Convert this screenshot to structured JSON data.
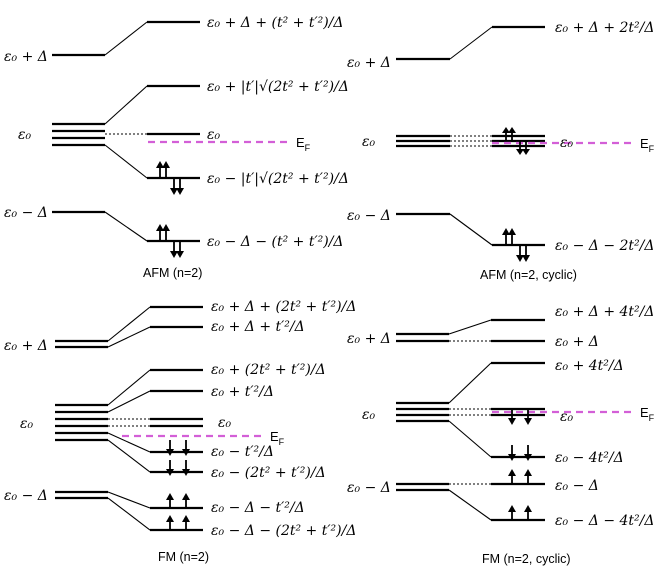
{
  "colors": {
    "fermi_line": "#d35fd7",
    "ink": "#000000"
  },
  "fermi_label": {
    "main": "E",
    "sub": "F"
  },
  "panels": [
    {
      "id": "afm-n2",
      "caption": "AFM (n=2)",
      "left_labels": [
        "ε₀ + Δ",
        "ε₀",
        "ε₀ − Δ"
      ],
      "right_labels": [
        "ε₀ + Δ + (t² + t′²)/Δ",
        "ε₀ + |t′|√(2t² + t′²)/Δ",
        "ε₀",
        "ε₀ − |t′|√(2t² + t′²)/Δ",
        "ε₀ − Δ − (t² + t′²)/Δ"
      ]
    },
    {
      "id": "afm-n2-cyclic",
      "caption": "AFM (n=2, cyclic)",
      "left_labels": [
        "ε₀ + Δ",
        "ε₀",
        "ε₀ − Δ"
      ],
      "right_labels": [
        "ε₀ + Δ + 2t²/Δ",
        "ε₀",
        "ε₀ − Δ − 2t²/Δ"
      ]
    },
    {
      "id": "fm-n2",
      "caption": "FM (n=2)",
      "left_labels": [
        "ε₀ + Δ",
        "ε₀",
        "ε₀ − Δ"
      ],
      "right_labels": [
        "ε₀ + Δ + (2t² + t′²)/Δ",
        "ε₀ + Δ + t′²/Δ",
        "ε₀ + (2t² + t′²)/Δ",
        "ε₀ + t′²/Δ",
        "ε₀",
        "ε₀ − t′²/Δ",
        "ε₀ − (2t² + t′²)/Δ",
        "ε₀ − Δ − t′²/Δ",
        "ε₀ − Δ − (2t² + t′²)/Δ"
      ]
    },
    {
      "id": "fm-n2-cyclic",
      "caption": "FM (n=2, cyclic)",
      "left_labels": [
        "ε₀ + Δ",
        "ε₀",
        "ε₀ − Δ"
      ],
      "right_labels": [
        "ε₀ + Δ + 4t²/Δ",
        "ε₀ + Δ",
        "ε₀ + 4t²/Δ",
        "ε₀",
        "ε₀ − 4t²/Δ",
        "ε₀ − Δ",
        "ε₀ − Δ − 4t²/Δ"
      ]
    }
  ]
}
